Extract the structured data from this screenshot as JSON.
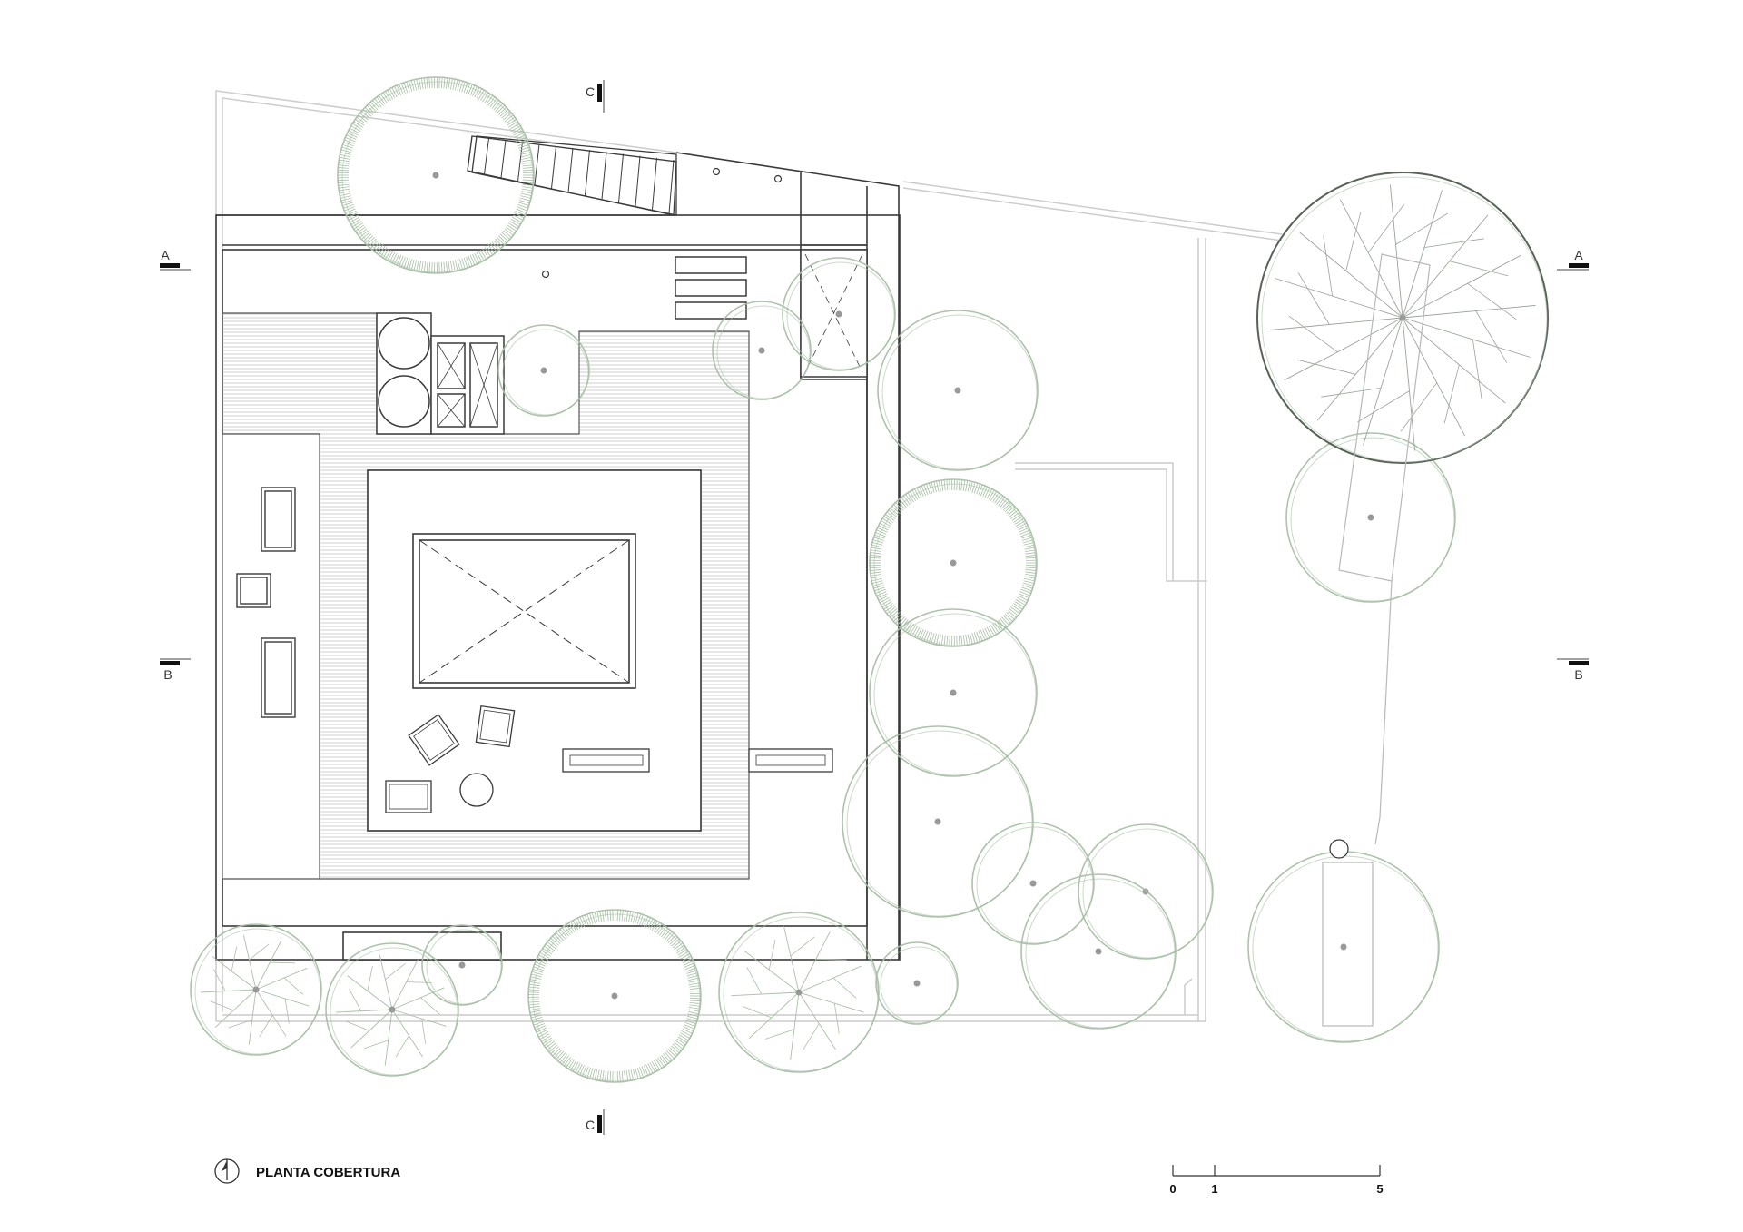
{
  "title": "PLANTA COBERTURA",
  "section_markers": {
    "a": "A",
    "b": "B",
    "c": "C"
  },
  "scale_bar": {
    "ticks": [
      "0",
      "1",
      "5"
    ]
  },
  "colors": {
    "line": "#3a3a3a",
    "light_line": "#c8c8c8",
    "tree": "#a9bfa6",
    "tree_dark": "#4f5a4e",
    "hatch": "#d7d7d7"
  }
}
